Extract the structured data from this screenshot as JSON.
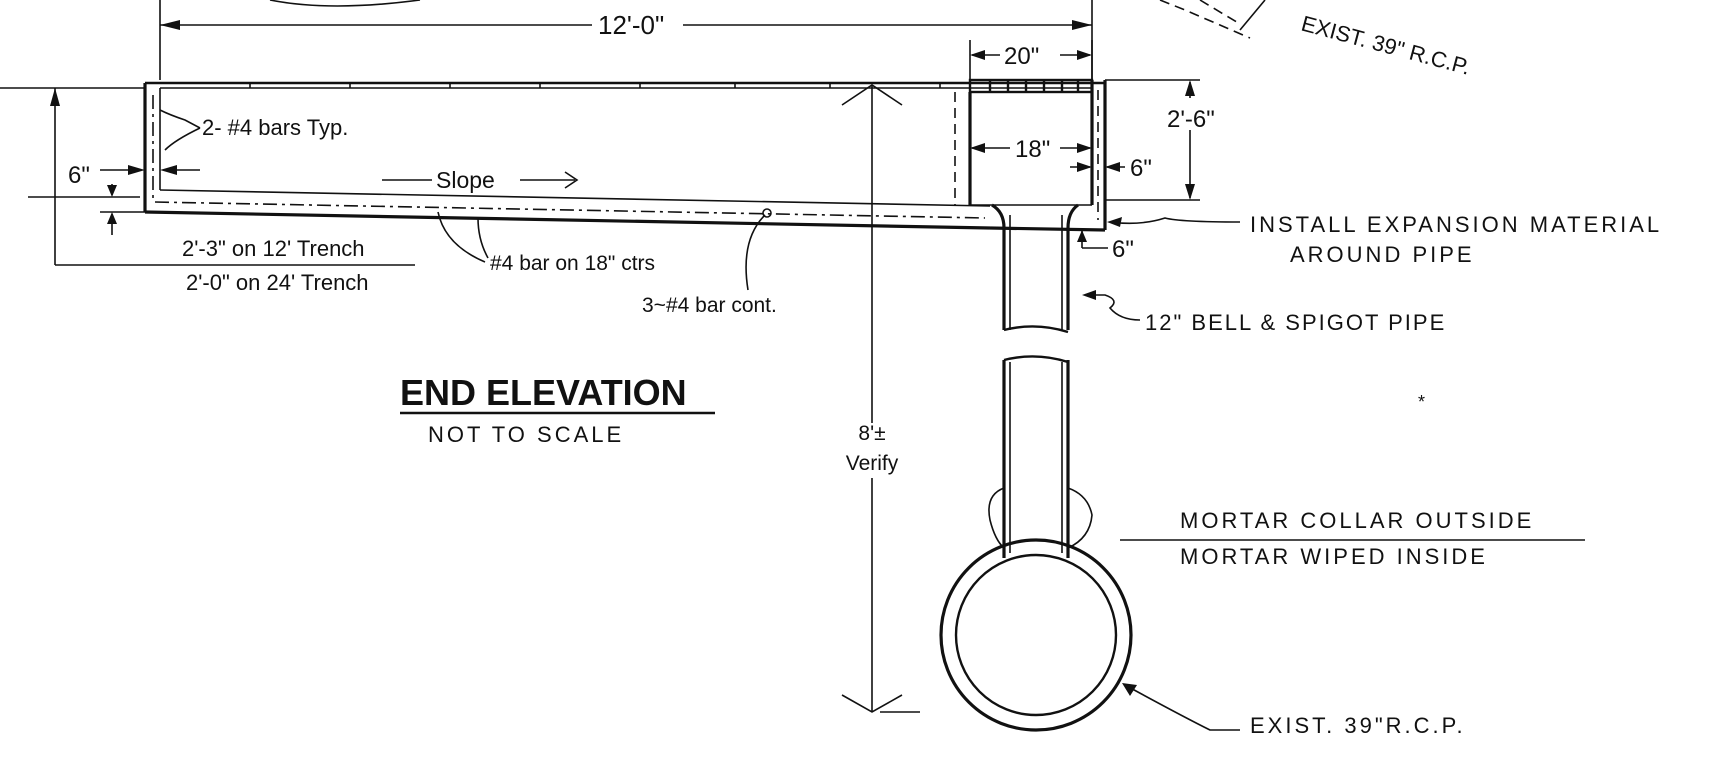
{
  "labels": {
    "overall_width": "12'-0\"",
    "grate_width": "20\"",
    "inlet_width": "18\"",
    "depth_2_6": "2'-6\"",
    "wall_6_left": "6\"",
    "wall_6_right": "6\"",
    "slab_6": "6\"",
    "bars_typ": "2- #4 bars Typ.",
    "slope": "Slope",
    "trench_12": "2'-3\" on 12' Trench",
    "trench_24": "2'-0\" on 24' Trench",
    "bar_18": "#4 bar on 18\" ctrs",
    "bar_cont": "3~#4 bar cont.",
    "expansion_1": "INSTALL EXPANSION MATERIAL",
    "expansion_2": "AROUND PIPE",
    "pipe": "12\" BELL & SPIGOT PIPE",
    "height_1": "8'±",
    "height_2": "Verify",
    "mortar_1": "MORTAR COLLAR OUTSIDE",
    "mortar_2": "MORTAR WIPED INSIDE",
    "exist_rcp": "EXIST. 39\"R.C.P.",
    "rcp_top": "EXIST. 39\" R.C.P."
  },
  "title": {
    "main": "END ELEVATION",
    "sub": "NOT TO SCALE"
  }
}
